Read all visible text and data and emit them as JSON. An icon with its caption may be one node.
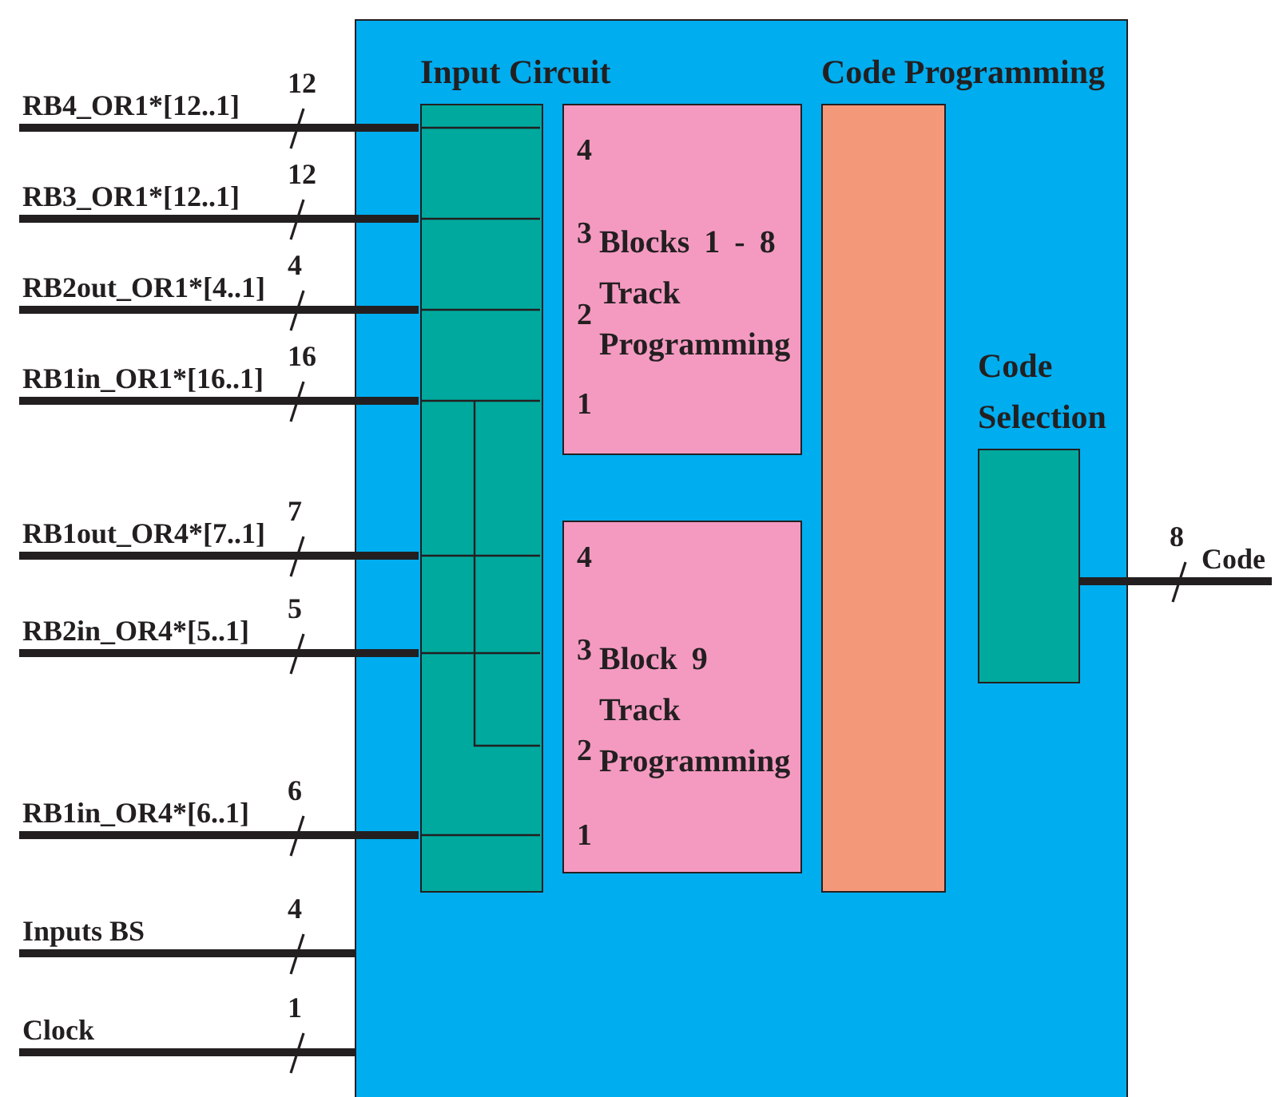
{
  "diagram": {
    "nodes": [
      {
        "text": [],
        "shape": "box"
      },
      {
        "text": [
          "Input Circuit"
        ],
        "in": 0
      },
      {
        "text": [
          "4",
          "3",
          "Blocks 1 - 8 Track Programming",
          "2",
          "1"
        ],
        "in": 0
      },
      {
        "text": [
          "4",
          "3",
          "Block 9 Track Programming",
          "2",
          "1"
        ],
        "in": 0
      },
      {
        "text": [
          "Code Programming"
        ],
        "in": 0
      },
      {
        "text": [
          "Code Selection"
        ],
        "in": 0
      },
      {
        "text": [
          "RB4_OR1*[12..1]"
        ]
      },
      {
        "text": [
          "RB3_OR1*[12..1]"
        ]
      },
      {
        "text": [
          "RB2out_OR1*[4..1]"
        ]
      },
      {
        "text": [
          "RB1in_OR1*[16..1]"
        ]
      },
      {
        "text": [
          "RB1out_OR4*[7..1]"
        ]
      },
      {
        "text": [
          "RB2in_OR4*[5..1]"
        ]
      },
      {
        "text": [
          "RB1in_OR4*[6..1]"
        ]
      },
      {
        "text": [
          "Inputs BS"
        ]
      },
      {
        "text": [
          "Clock"
        ]
      },
      {
        "text": [
          "Code"
        ]
      }
    ],
    "edges": [
      {
        "from": 6,
        "to": 1,
        "arrow": "none",
        "label": "12"
      },
      {
        "from": 7,
        "to": 1,
        "arrow": "none",
        "label": "12"
      },
      {
        "from": 8,
        "to": 1,
        "arrow": "none",
        "label": "4"
      },
      {
        "from": 9,
        "to": 1,
        "arrow": "none",
        "label": "16"
      },
      {
        "from": 10,
        "to": 1,
        "arrow": "none",
        "label": "7"
      },
      {
        "from": 11,
        "to": 1,
        "arrow": "none",
        "label": "5"
      },
      {
        "from": 12,
        "to": 1,
        "arrow": "none",
        "label": "6"
      },
      {
        "from": 13,
        "to": 0,
        "arrow": "none",
        "label": "4"
      },
      {
        "from": 14,
        "to": 0,
        "arrow": "none",
        "label": "1"
      },
      {
        "from": 5,
        "to": 15,
        "arrow": "none",
        "label": "8"
      }
    ]
  }
}
